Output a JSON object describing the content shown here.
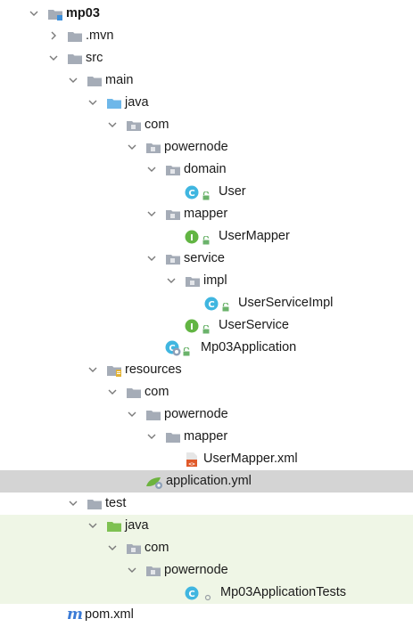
{
  "project_tree": [
    {
      "label": "mp03",
      "depth": 0,
      "expanded": true,
      "icon": "module-folder-icon",
      "bold": true
    },
    {
      "label": ".mvn",
      "depth": 1,
      "expanded": false,
      "icon": "folder-icon"
    },
    {
      "label": "src",
      "depth": 1,
      "expanded": true,
      "icon": "folder-icon"
    },
    {
      "label": "main",
      "depth": 2,
      "expanded": true,
      "icon": "folder-icon"
    },
    {
      "label": "java",
      "depth": 3,
      "expanded": true,
      "icon": "source-root-folder-icon"
    },
    {
      "label": "com",
      "depth": 4,
      "expanded": true,
      "icon": "package-icon"
    },
    {
      "label": "powernode",
      "depth": 5,
      "expanded": true,
      "icon": "package-icon"
    },
    {
      "label": "domain",
      "depth": 6,
      "expanded": true,
      "icon": "package-icon"
    },
    {
      "label": "User",
      "depth": 7,
      "icon": "class-icon",
      "lock": true
    },
    {
      "label": "mapper",
      "depth": 6,
      "expanded": true,
      "icon": "package-icon"
    },
    {
      "label": "UserMapper",
      "depth": 7,
      "icon": "interface-icon",
      "lock": true
    },
    {
      "label": "service",
      "depth": 6,
      "expanded": true,
      "icon": "package-icon"
    },
    {
      "label": "impl",
      "depth": 7,
      "expanded": true,
      "icon": "package-icon"
    },
    {
      "label": "UserServiceImpl",
      "depth": 8,
      "icon": "class-icon",
      "lock": true
    },
    {
      "label": "UserService",
      "depth": 7,
      "icon": "interface-icon",
      "lock": true
    },
    {
      "label": "Mp03Application",
      "depth": 6,
      "icon": "spring-boot-class-icon",
      "lock": true
    },
    {
      "label": "resources",
      "depth": 3,
      "expanded": true,
      "icon": "resources-folder-icon"
    },
    {
      "label": "com",
      "depth": 4,
      "expanded": true,
      "icon": "folder-icon"
    },
    {
      "label": "powernode",
      "depth": 5,
      "expanded": true,
      "icon": "folder-icon"
    },
    {
      "label": "mapper",
      "depth": 6,
      "expanded": true,
      "icon": "folder-icon"
    },
    {
      "label": "UserMapper.xml",
      "depth": 7,
      "icon": "xml-file-icon"
    },
    {
      "label": "application.yml",
      "depth": 5,
      "icon": "yaml-file-icon",
      "selected": true
    },
    {
      "label": "test",
      "depth": 2,
      "expanded": true,
      "icon": "folder-icon"
    },
    {
      "label": "java",
      "depth": 3,
      "expanded": true,
      "icon": "test-source-root-folder-icon",
      "test": true
    },
    {
      "label": "com",
      "depth": 4,
      "expanded": true,
      "icon": "package-icon",
      "test": true
    },
    {
      "label": "powernode",
      "depth": 5,
      "expanded": true,
      "icon": "package-icon",
      "test": true
    },
    {
      "label": "Mp03ApplicationTests",
      "depth": 7,
      "icon": "class-icon",
      "dot": true,
      "test": true
    },
    {
      "label": "pom.xml",
      "depth": 1,
      "icon": "maven-file-icon"
    }
  ],
  "colors": {
    "folder": "#a5acb7",
    "source_root": "#6fb7e9",
    "test_root": "#7ec152",
    "class_badge": "#40b6e0",
    "interface_badge": "#62b543",
    "lock": "#6bb36b",
    "selected_row": "#d4d4d4",
    "test_row": "#eff6e6"
  }
}
